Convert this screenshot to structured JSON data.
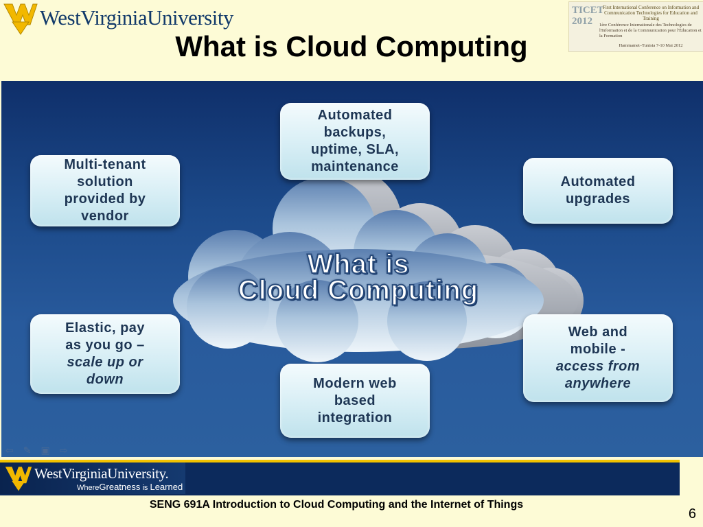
{
  "header": {
    "logo_text": "WestVirginiaUniversity",
    "title": "What is Cloud Computing",
    "conference_logo": {
      "mark_lines": [
        "TICET",
        "2012"
      ],
      "line1": "First International Conference on Information and Communication Technologies for Education and Training",
      "line2": "1ère Conférence Internationale des Technologies de l'Information et de la Communication pour l'Éducation et la Formation",
      "line3": "Hammamet–Tunisia 7-10 Mai 2012"
    }
  },
  "diagram": {
    "center_line1": "What is",
    "center_line2": "Cloud Computing",
    "boxes": {
      "top": [
        "Automated",
        "backups,",
        "uptime, SLA,",
        "maintenance"
      ],
      "upper_left": [
        "Multi-tenant",
        "solution",
        "provided  by",
        "vendor"
      ],
      "upper_right": [
        "Automated",
        "upgrades"
      ],
      "lower_left": [
        "Elastic, pay",
        "as you go –",
        "scale up or",
        "down"
      ],
      "lower_right": [
        "Web and",
        "mobile -",
        "access from",
        "anywhere"
      ],
      "bottom": [
        "Modern web",
        "based",
        "integration"
      ]
    }
  },
  "footer": {
    "logo_text": "WestVirginiaUniversity.",
    "tagline_where": "Where",
    "tagline_greatness": "Greatness",
    "tagline_is": "is",
    "tagline_learned": "Learned",
    "course_title": "SENG 691A Introduction to Cloud Computing and the Internet of Things",
    "page_number": "6"
  },
  "colors": {
    "background": "#fdfbd6",
    "wvu_blue": "#123a6a",
    "wvu_gold": "#f2c200",
    "panel_blue": "#1c4a8a",
    "box_fill": "#d7eef5",
    "box_text": "#1e3654"
  }
}
